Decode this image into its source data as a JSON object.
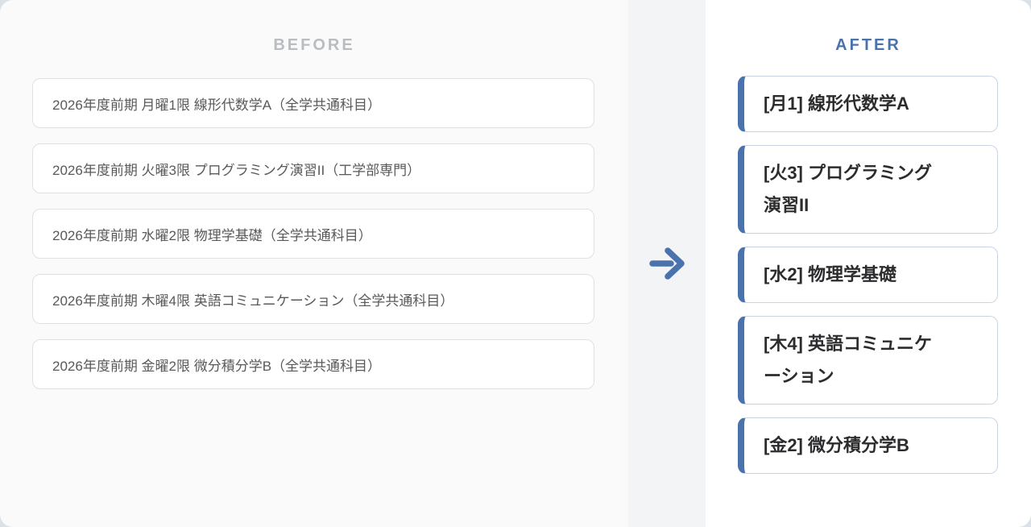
{
  "page": {
    "background_color": "#dce1e7",
    "accent_color": "#4a73ad"
  },
  "before_panel": {
    "title": "BEFORE",
    "title_color": "#b9bdc2",
    "background_color": "#fafafa",
    "card_border_color": "#e0e1e3",
    "text_color": "#59595b",
    "items": [
      "2026年度前期 月曜1限 線形代数学A（全学共通科目）",
      "2026年度前期 火曜3限 プログラミング演習II（工学部専門）",
      "2026年度前期 水曜2限 物理学基礎（全学共通科目）",
      "2026年度前期 木曜4限 英語コミュニケーション（全学共通科目）",
      "2026年度前期 金曜2限 微分積分学B（全学共通科目）"
    ]
  },
  "transform": {
    "arrow_icon": "arrow-right-icon",
    "arrow_color": "#4a73ad",
    "strip_background_color": "#f3f4f5"
  },
  "after_panel": {
    "title": "AFTER",
    "title_color": "#4a73ad",
    "background_color": "#ffffff",
    "card_border_color": "#c8d4e6",
    "card_accent_color": "#4a73ad",
    "text_color": "#2c2c2e",
    "items": [
      "[月1] 線形代数学A",
      "[火3] プログラミング演習II",
      "[水2] 物理学基礎",
      "[木4] 英語コミュニケーション",
      "[金2] 微分積分学B"
    ]
  }
}
